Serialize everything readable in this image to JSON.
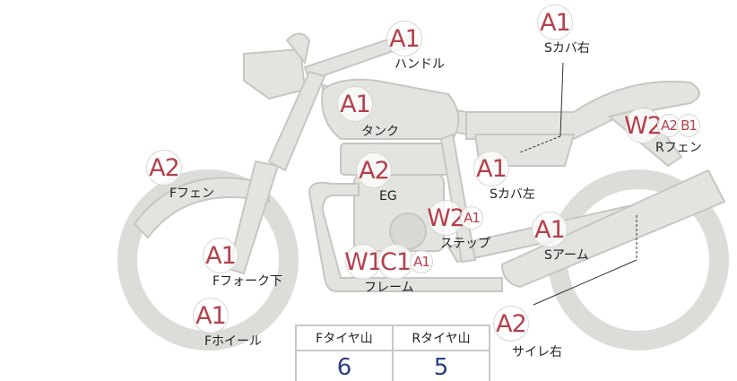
{
  "parts": [
    {
      "id": "handle",
      "label": "ハンドル",
      "badges": [
        "A1"
      ]
    },
    {
      "id": "s-cover-right",
      "label": "Sカバ右",
      "badges": [
        "A1"
      ]
    },
    {
      "id": "tank",
      "label": "タンク",
      "badges": [
        "A1"
      ]
    },
    {
      "id": "r-fender",
      "label": "Rフェン",
      "badges": [
        "W2",
        "A2",
        "B1"
      ]
    },
    {
      "id": "f-fender",
      "label": "Fフェン",
      "badges": [
        "A2"
      ]
    },
    {
      "id": "engine",
      "label": "EG",
      "badges": [
        "A2"
      ]
    },
    {
      "id": "s-cover-left",
      "label": "Sカバ左",
      "badges": [
        "A1"
      ]
    },
    {
      "id": "step",
      "label": "ステップ",
      "badges": [
        "W2",
        "A1"
      ]
    },
    {
      "id": "swing-arm",
      "label": "Sアーム",
      "badges": [
        "A1"
      ]
    },
    {
      "id": "f-fork-lower",
      "label": "Fフォーク下",
      "badges": [
        "A1"
      ]
    },
    {
      "id": "frame",
      "label": "フレーム",
      "badges": [
        "W1",
        "C1",
        "A1"
      ]
    },
    {
      "id": "f-wheel",
      "label": "Fホイール",
      "badges": [
        "A1"
      ]
    },
    {
      "id": "silencer-right",
      "label": "サイレ右",
      "badges": [
        "A2"
      ]
    }
  ],
  "tire_table": {
    "headers": [
      "Fタイヤ山",
      "Rタイヤ山"
    ],
    "values": [
      "6",
      "5"
    ]
  },
  "colors": {
    "badge_text": "#b4404c",
    "value_text": "#2b3f85",
    "bike_fill": "#e3e3df"
  }
}
